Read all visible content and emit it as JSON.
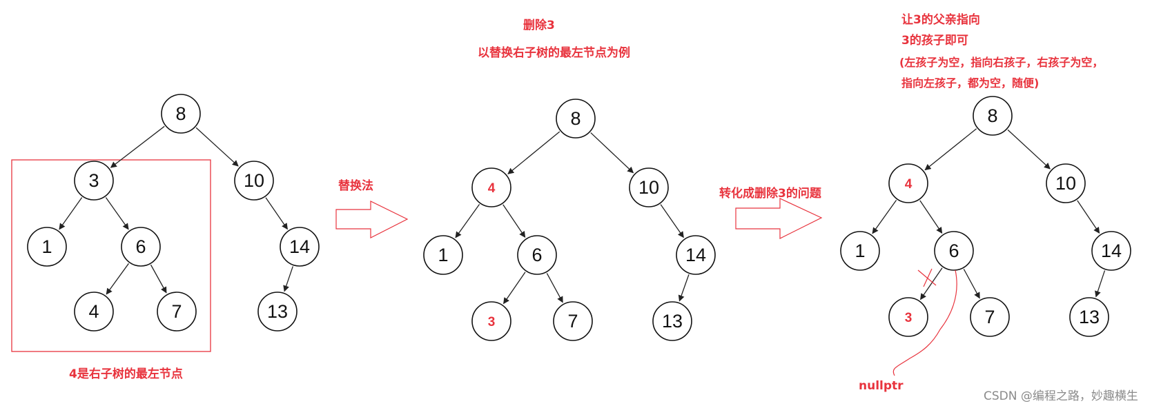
{
  "diagram": {
    "trees": [
      {
        "id": "tree-original",
        "nodes": [
          {
            "id": "t1-8",
            "label": "8"
          },
          {
            "id": "t1-3",
            "label": "3"
          },
          {
            "id": "t1-10",
            "label": "10"
          },
          {
            "id": "t1-1",
            "label": "1"
          },
          {
            "id": "t1-6",
            "label": "6"
          },
          {
            "id": "t1-14",
            "label": "14"
          },
          {
            "id": "t1-4",
            "label": "4"
          },
          {
            "id": "t1-7",
            "label": "7"
          },
          {
            "id": "t1-13",
            "label": "13"
          }
        ],
        "edges": [
          [
            "t1-8",
            "t1-3"
          ],
          [
            "t1-8",
            "t1-10"
          ],
          [
            "t1-3",
            "t1-1"
          ],
          [
            "t1-3",
            "t1-6"
          ],
          [
            "t1-6",
            "t1-4"
          ],
          [
            "t1-6",
            "t1-7"
          ],
          [
            "t1-10",
            "t1-14"
          ],
          [
            "t1-14",
            "t1-13"
          ]
        ]
      },
      {
        "id": "tree-replaced",
        "nodes": [
          {
            "id": "t2-8",
            "label": "8"
          },
          {
            "id": "t2-4",
            "label": "4",
            "highlight": true
          },
          {
            "id": "t2-10",
            "label": "10"
          },
          {
            "id": "t2-1",
            "label": "1"
          },
          {
            "id": "t2-6",
            "label": "6"
          },
          {
            "id": "t2-14",
            "label": "14"
          },
          {
            "id": "t2-3",
            "label": "3",
            "highlight": true
          },
          {
            "id": "t2-7",
            "label": "7"
          },
          {
            "id": "t2-13",
            "label": "13"
          }
        ],
        "edges": [
          [
            "t2-8",
            "t2-4"
          ],
          [
            "t2-8",
            "t2-10"
          ],
          [
            "t2-4",
            "t2-1"
          ],
          [
            "t2-4",
            "t2-6"
          ],
          [
            "t2-6",
            "t2-3"
          ],
          [
            "t2-6",
            "t2-7"
          ],
          [
            "t2-10",
            "t2-14"
          ],
          [
            "t2-14",
            "t2-13"
          ]
        ]
      },
      {
        "id": "tree-final",
        "nodes": [
          {
            "id": "t3-8",
            "label": "8"
          },
          {
            "id": "t3-4",
            "label": "4",
            "highlight": true
          },
          {
            "id": "t3-10",
            "label": "10"
          },
          {
            "id": "t3-1",
            "label": "1"
          },
          {
            "id": "t3-6",
            "label": "6"
          },
          {
            "id": "t3-14",
            "label": "14"
          },
          {
            "id": "t3-3",
            "label": "3",
            "highlight": true
          },
          {
            "id": "t3-7",
            "label": "7"
          },
          {
            "id": "t3-13",
            "label": "13"
          }
        ],
        "edges": [
          [
            "t3-8",
            "t3-4"
          ],
          [
            "t3-8",
            "t3-10"
          ],
          [
            "t3-4",
            "t3-1"
          ],
          [
            "t3-4",
            "t3-6"
          ],
          [
            "t3-6",
            "t3-3"
          ],
          [
            "t3-6",
            "t3-7"
          ],
          [
            "t3-10",
            "t3-14"
          ],
          [
            "t3-14",
            "t3-13"
          ]
        ]
      }
    ]
  },
  "notes": {
    "leftmost_note": "4是右子树的最左节点",
    "replace_method": "替换法",
    "delete_three": "删除3",
    "replace_example": "以替换右子树的最左节点为例",
    "convert_problem": "转化成删除3的问题",
    "parent_line1": "让3的父亲指向",
    "parent_line2": "3的孩子即可",
    "parent_line3": "(左孩子为空，指向右孩子，右孩子为空，",
    "parent_line4": "指向左孩子，都为空，随便)",
    "nullptr": "nullptr"
  },
  "watermark": "CSDN @编程之路，妙趣横生",
  "colors": {
    "accent": "#e8333d",
    "ink": "#111111",
    "watermark": "#8a8a8a"
  }
}
